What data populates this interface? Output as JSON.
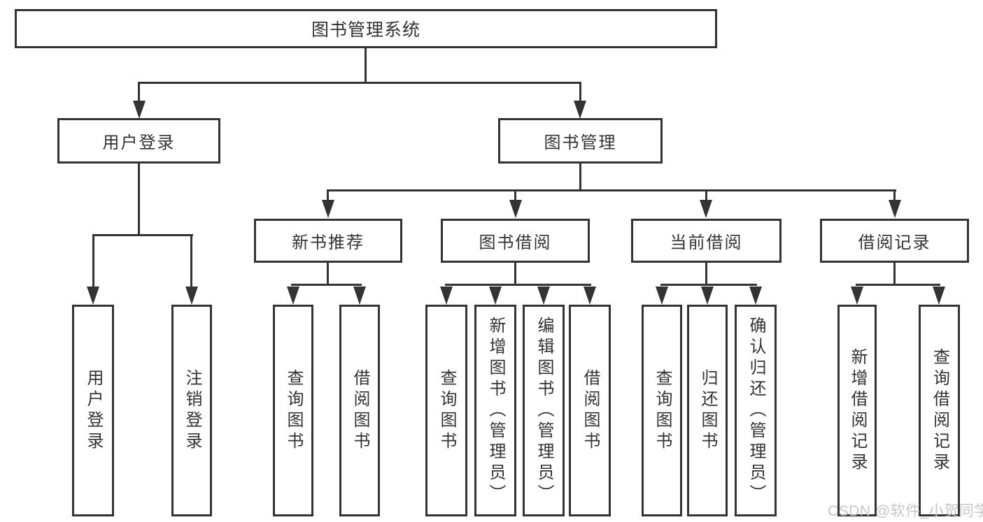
{
  "diagram": {
    "title": "图书管理系统",
    "colors": {
      "line": "#333333",
      "text": "#333333",
      "box_bg": "#ffffff",
      "watermark": "#c6c6c6"
    },
    "watermark": "CSDN @软件_小贺同学",
    "tree": {
      "root": "图书管理系统",
      "branches": [
        {
          "label": "用户登录",
          "children": [
            "用户登录",
            "注销登录"
          ]
        },
        {
          "label": "图书管理",
          "sections": [
            {
              "label": "新书推荐",
              "children": [
                "查询图书",
                "借阅图书"
              ]
            },
            {
              "label": "图书借阅",
              "children": [
                "查询图书",
                "新增图书（管理员）",
                "编辑图书（管理员）",
                "借阅图书"
              ]
            },
            {
              "label": "当前借阅",
              "children": [
                "查询图书",
                "归还图书",
                "确认归还（管理员）"
              ]
            },
            {
              "label": "借阅记录",
              "children": [
                "新增借阅记录",
                "查询借阅记录"
              ]
            }
          ]
        }
      ]
    }
  }
}
